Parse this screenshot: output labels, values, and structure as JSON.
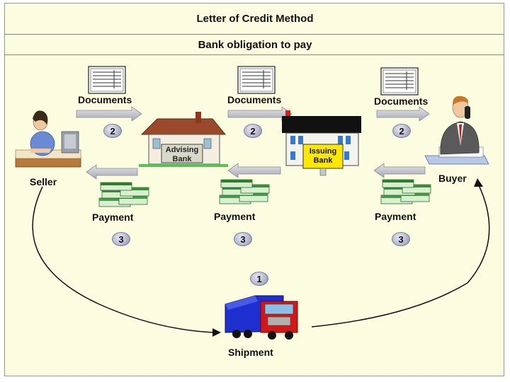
{
  "header": {
    "title": "Letter of Credit Method",
    "subtitle": "Bank obligation to pay"
  },
  "parties": {
    "seller": "Seller",
    "buyer": "Buyer",
    "advising_bank": "Advising Bank",
    "advising_bank_line1": "Advising",
    "advising_bank_line2": "Bank",
    "issuing_bank_line1": "Issuing",
    "issuing_bank_line2": "Bank"
  },
  "flows": {
    "documents_label": "Documents",
    "documents_step": "2",
    "payment_label": "Payment",
    "payment_step": "3",
    "shipment_label": "Shipment",
    "shipment_step": "1"
  },
  "colors": {
    "background": "#fcfce0",
    "arrow": "#bfc0c8",
    "issuing_sign": "#ffe800",
    "truck_cab": "#d01818",
    "truck_trailer": "#1e2fd0"
  },
  "icons": [
    "document-icon",
    "money-stack-icon",
    "bank-building-icon",
    "person-at-desk-icon",
    "truck-icon"
  ]
}
